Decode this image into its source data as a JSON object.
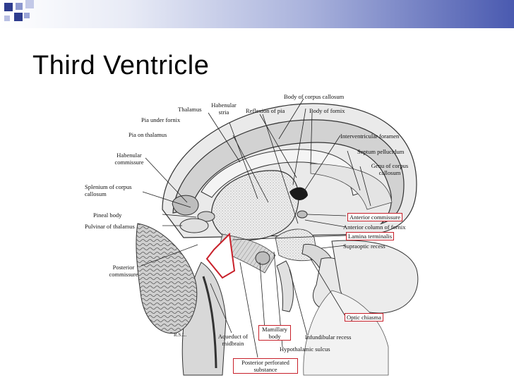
{
  "slide": {
    "title": "Third Ventricle"
  },
  "figure": {
    "labels": {
      "body_corpus_callosum": "Body of corpus callosum",
      "habenular_stria": "Habenular stria",
      "thalamus": "Thalamus",
      "reflexion_of_pia": "Reflexion of pia",
      "body_of_fornix": "Body of fornix",
      "pia_under_fornix": "Pia under fornix",
      "pia_on_thalamus": "Pia on thalamus",
      "interventricular_foramen": "Interventricular foramen",
      "septum_pellucidum": "Septum pellucidum",
      "habenular_commissure": "Habenular commissure",
      "genu_corpus_callosum": "Genu of corpus callosum",
      "splenium_corpus_callosum": "Splenium of corpus callosum",
      "pineal_body": "Pineal body",
      "pulvinar_of_thalamus": "Pulvinar of thalamus",
      "anterior_commissure": "Anterior commissure",
      "anterior_column_of_fornix": "Anterior column of fornix",
      "lamina_terminalis": "Lamina terminalis",
      "supraoptic_recess": "Supraoptic recess",
      "posterior_commissure": "Posterior commissure",
      "optic_chiasma": "Optic chiasma",
      "aqueduct_of_midbrain": "Aqueduct of midbrain",
      "mamillary_body": "Mamillary body",
      "infundibular_recess": "Infundibular recess",
      "hypothalamic_sulcus": "Hypothalamic sulcus",
      "posterior_perforated_substance": "Posterior perforated substance",
      "signature": "R.S.L."
    },
    "highlighted_labels": [
      "anterior_commissure",
      "lamina_terminalis",
      "optic_chiasma",
      "mamillary_body",
      "posterior_perforated_substance"
    ],
    "highlight_color": "#c8202a"
  }
}
